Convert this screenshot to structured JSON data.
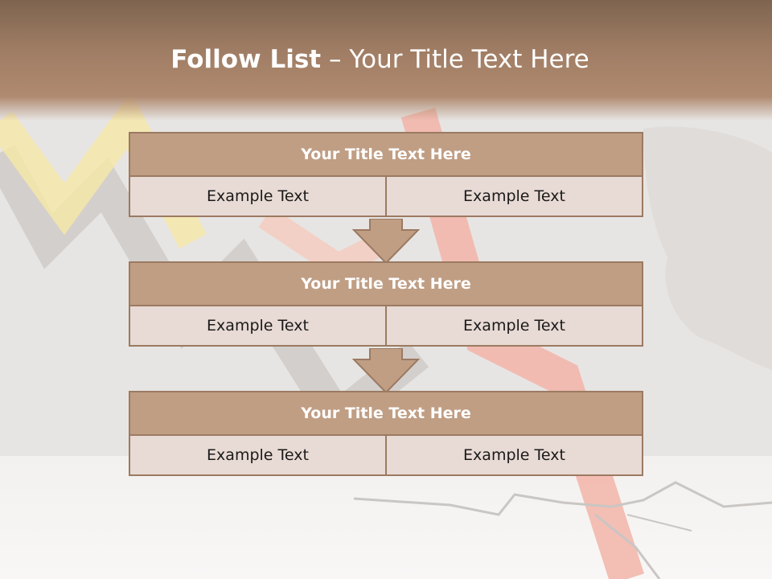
{
  "slide": {
    "title_bold": "Follow List",
    "title_rest": " – Your Title Text Here"
  },
  "blocks": [
    {
      "title": "Your Title Text Here",
      "left": "Example Text",
      "right": "Example Text"
    },
    {
      "title": "Your Title Text Here",
      "left": "Example Text",
      "right": "Example Text"
    },
    {
      "title": "Your Title Text Here",
      "left": "Example Text",
      "right": "Example Text"
    }
  ],
  "colors": {
    "header": "#9e7c63",
    "block_title": "#c09e84",
    "cell": "#e8dad4",
    "border": "#9b7a62",
    "arrow": "#c09e84"
  }
}
